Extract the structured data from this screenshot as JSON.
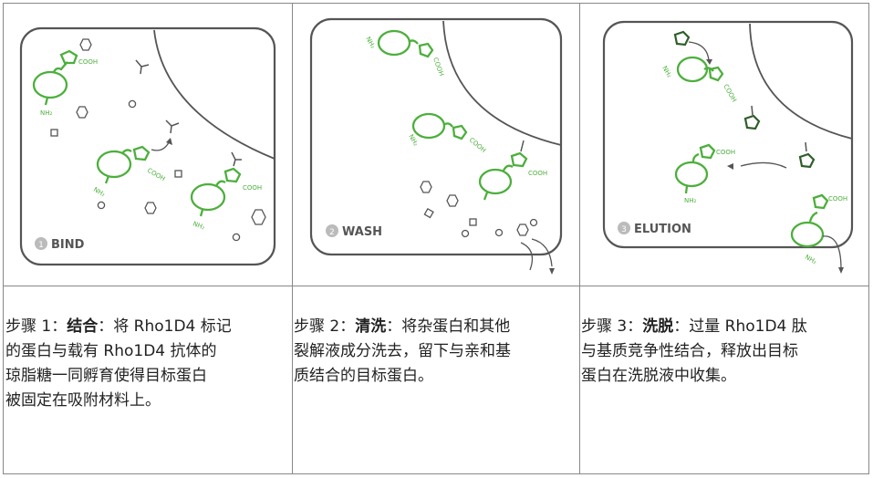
{
  "panels": [
    {
      "step_number": "1",
      "step_label": "BIND",
      "description": {
        "prefix": "步骤 1：",
        "title": "结合",
        "sep": "：",
        "lines": [
          "将 Rho1D4 标记",
          "的蛋白与载有 Rho1D4 抗体的",
          "琼脂糖一同孵育使得目标蛋白",
          "被固定在吸附材料上。"
        ]
      }
    },
    {
      "step_number": "2",
      "step_label": "WASH",
      "description": {
        "prefix": "步骤 2：",
        "title": "清洗",
        "sep": "：",
        "lines": [
          "将杂蛋白和其他",
          "裂解液成分洗去，留下与亲和基",
          "质结合的目标蛋白。"
        ]
      }
    },
    {
      "step_number": "3",
      "step_label": "ELUTION",
      "description": {
        "prefix": "步骤 3：",
        "title": "洗脱",
        "sep": "：",
        "lines": [
          "过量 Rho1D4 肽",
          "与基质竞争性结合，释放出目标",
          "蛋白在洗脱液中收集。"
        ]
      }
    }
  ],
  "molecule_labels": {
    "cooh": "COOH",
    "nh2": "NH₂"
  },
  "colors": {
    "protein_green": "#4caf3c",
    "matrix_gray": "#555555",
    "border_gray": "#888888"
  }
}
